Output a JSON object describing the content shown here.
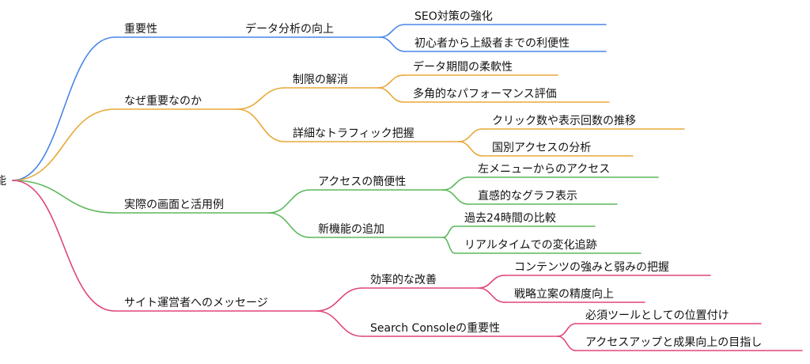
{
  "colors": {
    "blue": "#4A86E8",
    "orange": "#E8A838",
    "green": "#5CB85C",
    "pink": "#E0457B"
  },
  "root": {
    "label": "能"
  },
  "branches": [
    {
      "label": "重要性",
      "color": "blue",
      "children": [
        {
          "label": "データ分析の向上",
          "children": [
            "SEO対策の強化",
            "初心者から上級者までの利便性"
          ]
        }
      ]
    },
    {
      "label": "なぜ重要なのか",
      "color": "orange",
      "children": [
        {
          "label": "制限の解消",
          "children": [
            "データ期間の柔軟性",
            "多角的なパフォーマンス評価"
          ]
        },
        {
          "label": "詳細なトラフィック把握",
          "children": [
            "クリック数や表示回数の推移",
            "国別アクセスの分析"
          ]
        }
      ]
    },
    {
      "label": "実際の画面と活用例",
      "color": "green",
      "children": [
        {
          "label": "アクセスの簡便性",
          "children": [
            "左メニューからのアクセス",
            "直感的なグラフ表示"
          ]
        },
        {
          "label": "新機能の追加",
          "children": [
            "過去24時間の比較",
            "リアルタイムでの変化追跡"
          ]
        }
      ]
    },
    {
      "label": "サイト運営者へのメッセージ",
      "color": "pink",
      "children": [
        {
          "label": "効率的な改善",
          "children": [
            "コンテンツの強みと弱みの把握",
            "戦略立案の精度向上"
          ]
        },
        {
          "label": "Search Consoleの重要性",
          "children": [
            "必須ツールとしての位置付け",
            "アクセスアップと成果向上の目指し"
          ]
        }
      ]
    }
  ]
}
